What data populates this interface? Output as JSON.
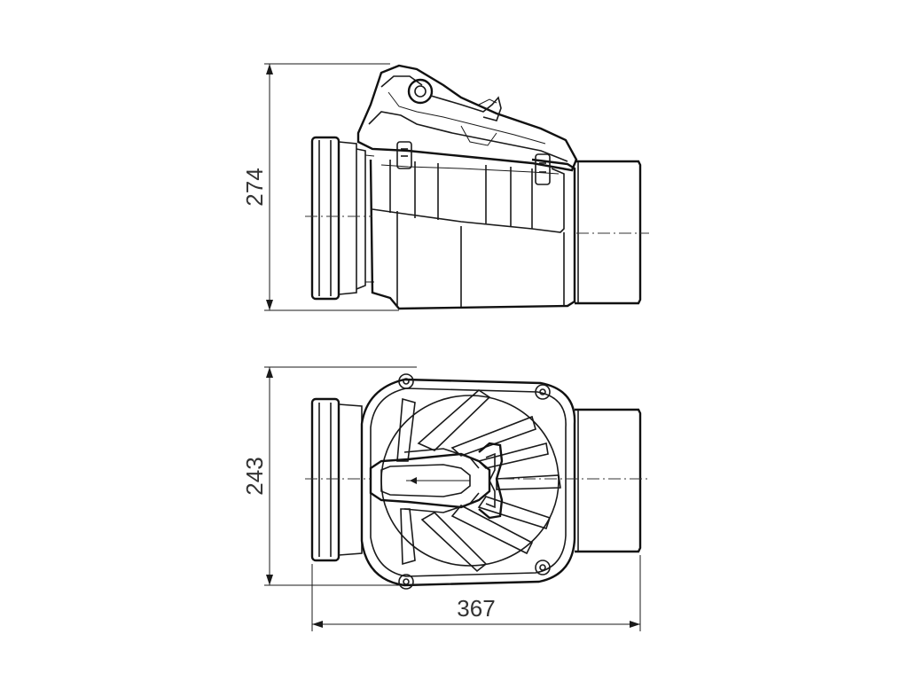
{
  "drawing": {
    "dimensions": {
      "side_height": "274",
      "top_height": "243",
      "total_length": "367"
    },
    "colors": {
      "line": "#1a1a1a",
      "background": "#ffffff",
      "text": "#333333"
    }
  }
}
